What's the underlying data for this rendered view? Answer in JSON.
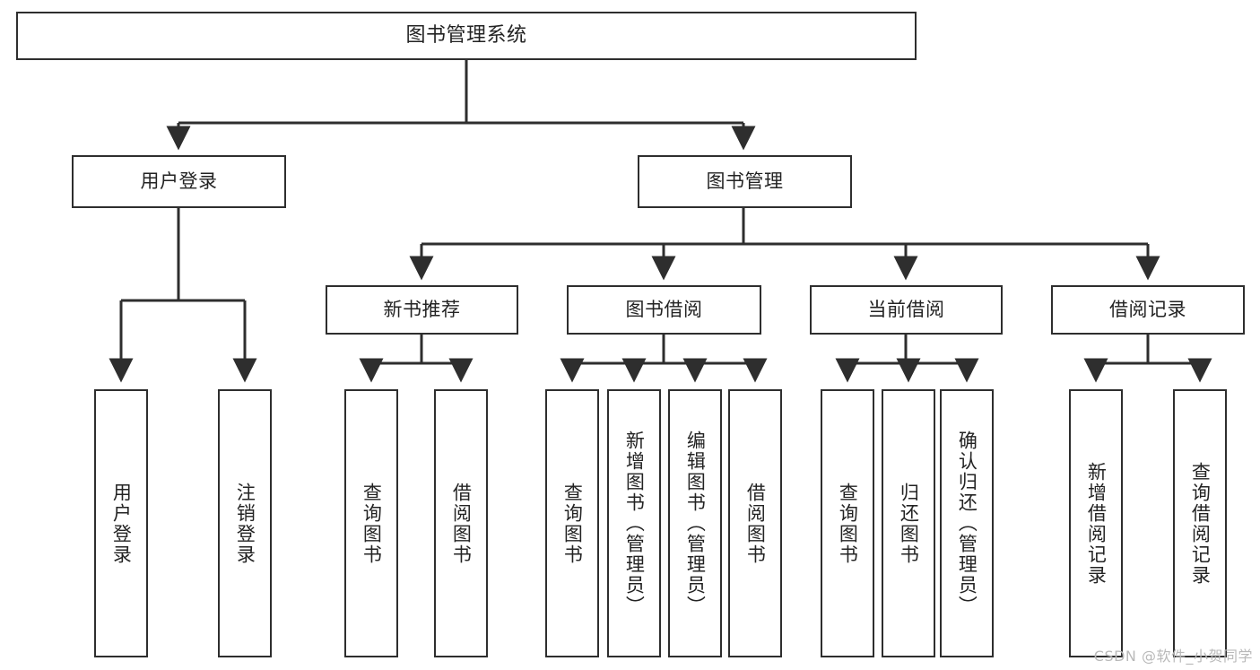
{
  "diagram": {
    "title": "图书管理系统",
    "style": {
      "box_border_color": "#2e2e2e",
      "box_fill_color": "#ffffff",
      "line_color": "#2e2e2e",
      "text_color": "#232323",
      "background_color": "#ffffff"
    },
    "root": {
      "label": "图书管理系统"
    },
    "level2": [
      {
        "label": "用户登录"
      },
      {
        "label": "图书管理"
      }
    ],
    "level3": [
      {
        "label": "新书推荐"
      },
      {
        "label": "图书借阅"
      },
      {
        "label": "当前借阅"
      },
      {
        "label": "借阅记录"
      }
    ],
    "leaves_user_login": [
      {
        "label": "用户登录"
      },
      {
        "label": "注销登录"
      }
    ],
    "leaves_new_books": [
      {
        "label": "查询图书"
      },
      {
        "label": "借阅图书"
      }
    ],
    "leaves_borrow": [
      {
        "label": "查询图书"
      },
      {
        "label": "新增图书（管理员）"
      },
      {
        "label": "编辑图书（管理员）"
      },
      {
        "label": "借阅图书"
      }
    ],
    "leaves_current": [
      {
        "label": "查询图书"
      },
      {
        "label": "归还图书"
      },
      {
        "label": "确认归还（管理员）"
      }
    ],
    "leaves_records": [
      {
        "label": "新增借阅记录"
      },
      {
        "label": "查询借阅记录"
      }
    ],
    "watermark": "CSDN @软件_小贺同学"
  }
}
